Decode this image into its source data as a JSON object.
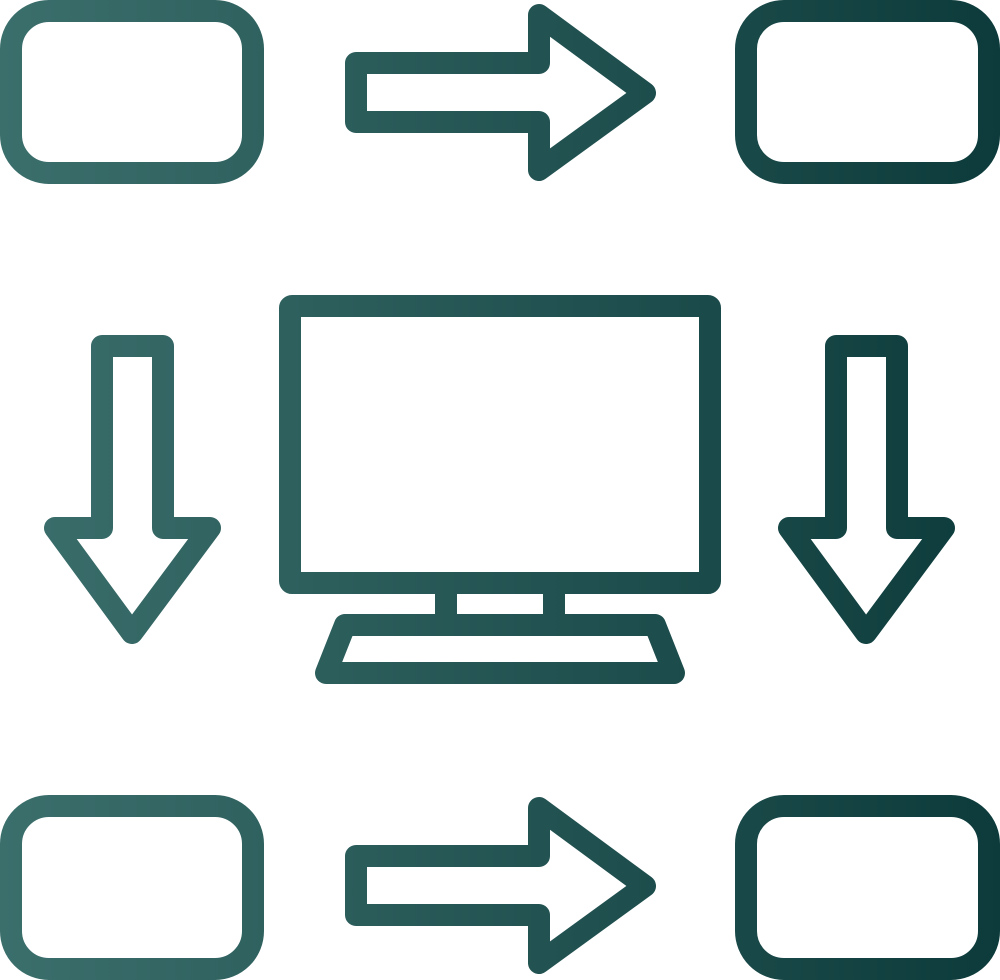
{
  "icon": {
    "name": "workflow-computer-icon",
    "style": "line",
    "colors": {
      "gradient_start": "#3b6f6c",
      "gradient_end": "#0d3b3b",
      "background": "#ffffff"
    }
  },
  "diagram": {
    "nodes": [
      {
        "id": "top-left-box",
        "shape": "rounded-rectangle"
      },
      {
        "id": "top-right-box",
        "shape": "rounded-rectangle"
      },
      {
        "id": "bottom-left-box",
        "shape": "rounded-rectangle"
      },
      {
        "id": "bottom-right-box",
        "shape": "rounded-rectangle"
      },
      {
        "id": "center-computer",
        "shape": "computer-monitor"
      }
    ],
    "edges": [
      {
        "from": "top-left-box",
        "to": "top-right-box",
        "direction": "right"
      },
      {
        "from": "top-left-box",
        "to": "bottom-left-box",
        "direction": "down"
      },
      {
        "from": "top-right-box",
        "to": "bottom-right-box",
        "direction": "down"
      },
      {
        "from": "bottom-left-box",
        "to": "bottom-right-box",
        "direction": "right"
      }
    ]
  }
}
